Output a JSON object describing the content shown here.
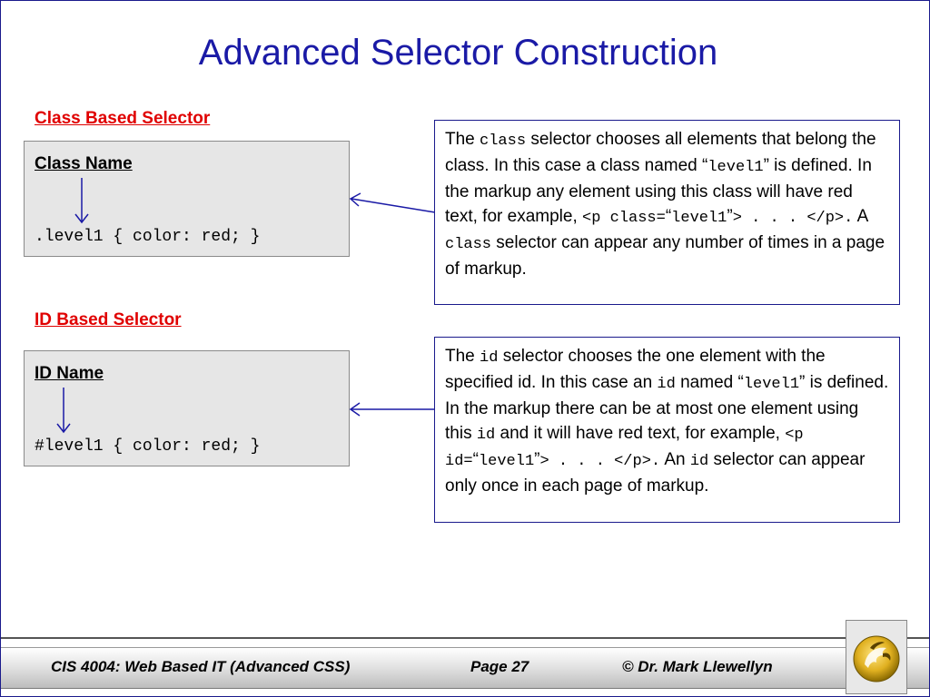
{
  "slide": {
    "title": "Advanced Selector Construction",
    "colors": {
      "title": "#1a1aa6",
      "section_label": "#e00000",
      "box_border": "#1a1a8c",
      "code_bg": "#e6e6e6"
    }
  },
  "class_section": {
    "label": "Class Based Selector",
    "box_title": "Class Name",
    "code": ".level1 { color: red; }",
    "description": {
      "t1": "The ",
      "c1": "class",
      "t2": " selector chooses all elements that belong the class.  In this case a class named ",
      "q1": "“",
      "c2": "level1",
      "q2": "”",
      "t3": "  is defined.  In the markup any element using this class will have red text, for example, ",
      "c3a": "<p class=",
      "q3": "“",
      "c3b": "level1",
      "q4": "”",
      "c3c": "> . . . </p>.",
      "t4": "  A ",
      "c4": "class",
      "t5": " selector can appear any number of times in a page of markup."
    }
  },
  "id_section": {
    "label": "ID Based Selector",
    "box_title": "ID Name",
    "code": "#level1 { color: red; }",
    "description": {
      "t1": "The ",
      "c1": "id",
      "t2": " selector chooses the one element with the specified id.  In this case an ",
      "c2": "id",
      "t3": " named ",
      "q1": "“",
      "c3": "level1",
      "q2": "”",
      "t4": "  is defined.  In the markup there can be at most one element using this ",
      "c4": "id",
      "t5": " and it will have red text, for example, ",
      "c5a": "<p id=",
      "q3": "“",
      "c5b": "level1",
      "q4": "”",
      "c5c": "> . . . </p>.",
      "t6": "    An ",
      "c6": "id",
      "t7": " selector can appear only once in each page of markup."
    }
  },
  "footer": {
    "course": "CIS 4004: Web Based IT (Advanced CSS)",
    "page": "Page 27",
    "author": "© Dr. Mark Llewellyn",
    "logo_icon": "pegasus-logo-icon"
  }
}
